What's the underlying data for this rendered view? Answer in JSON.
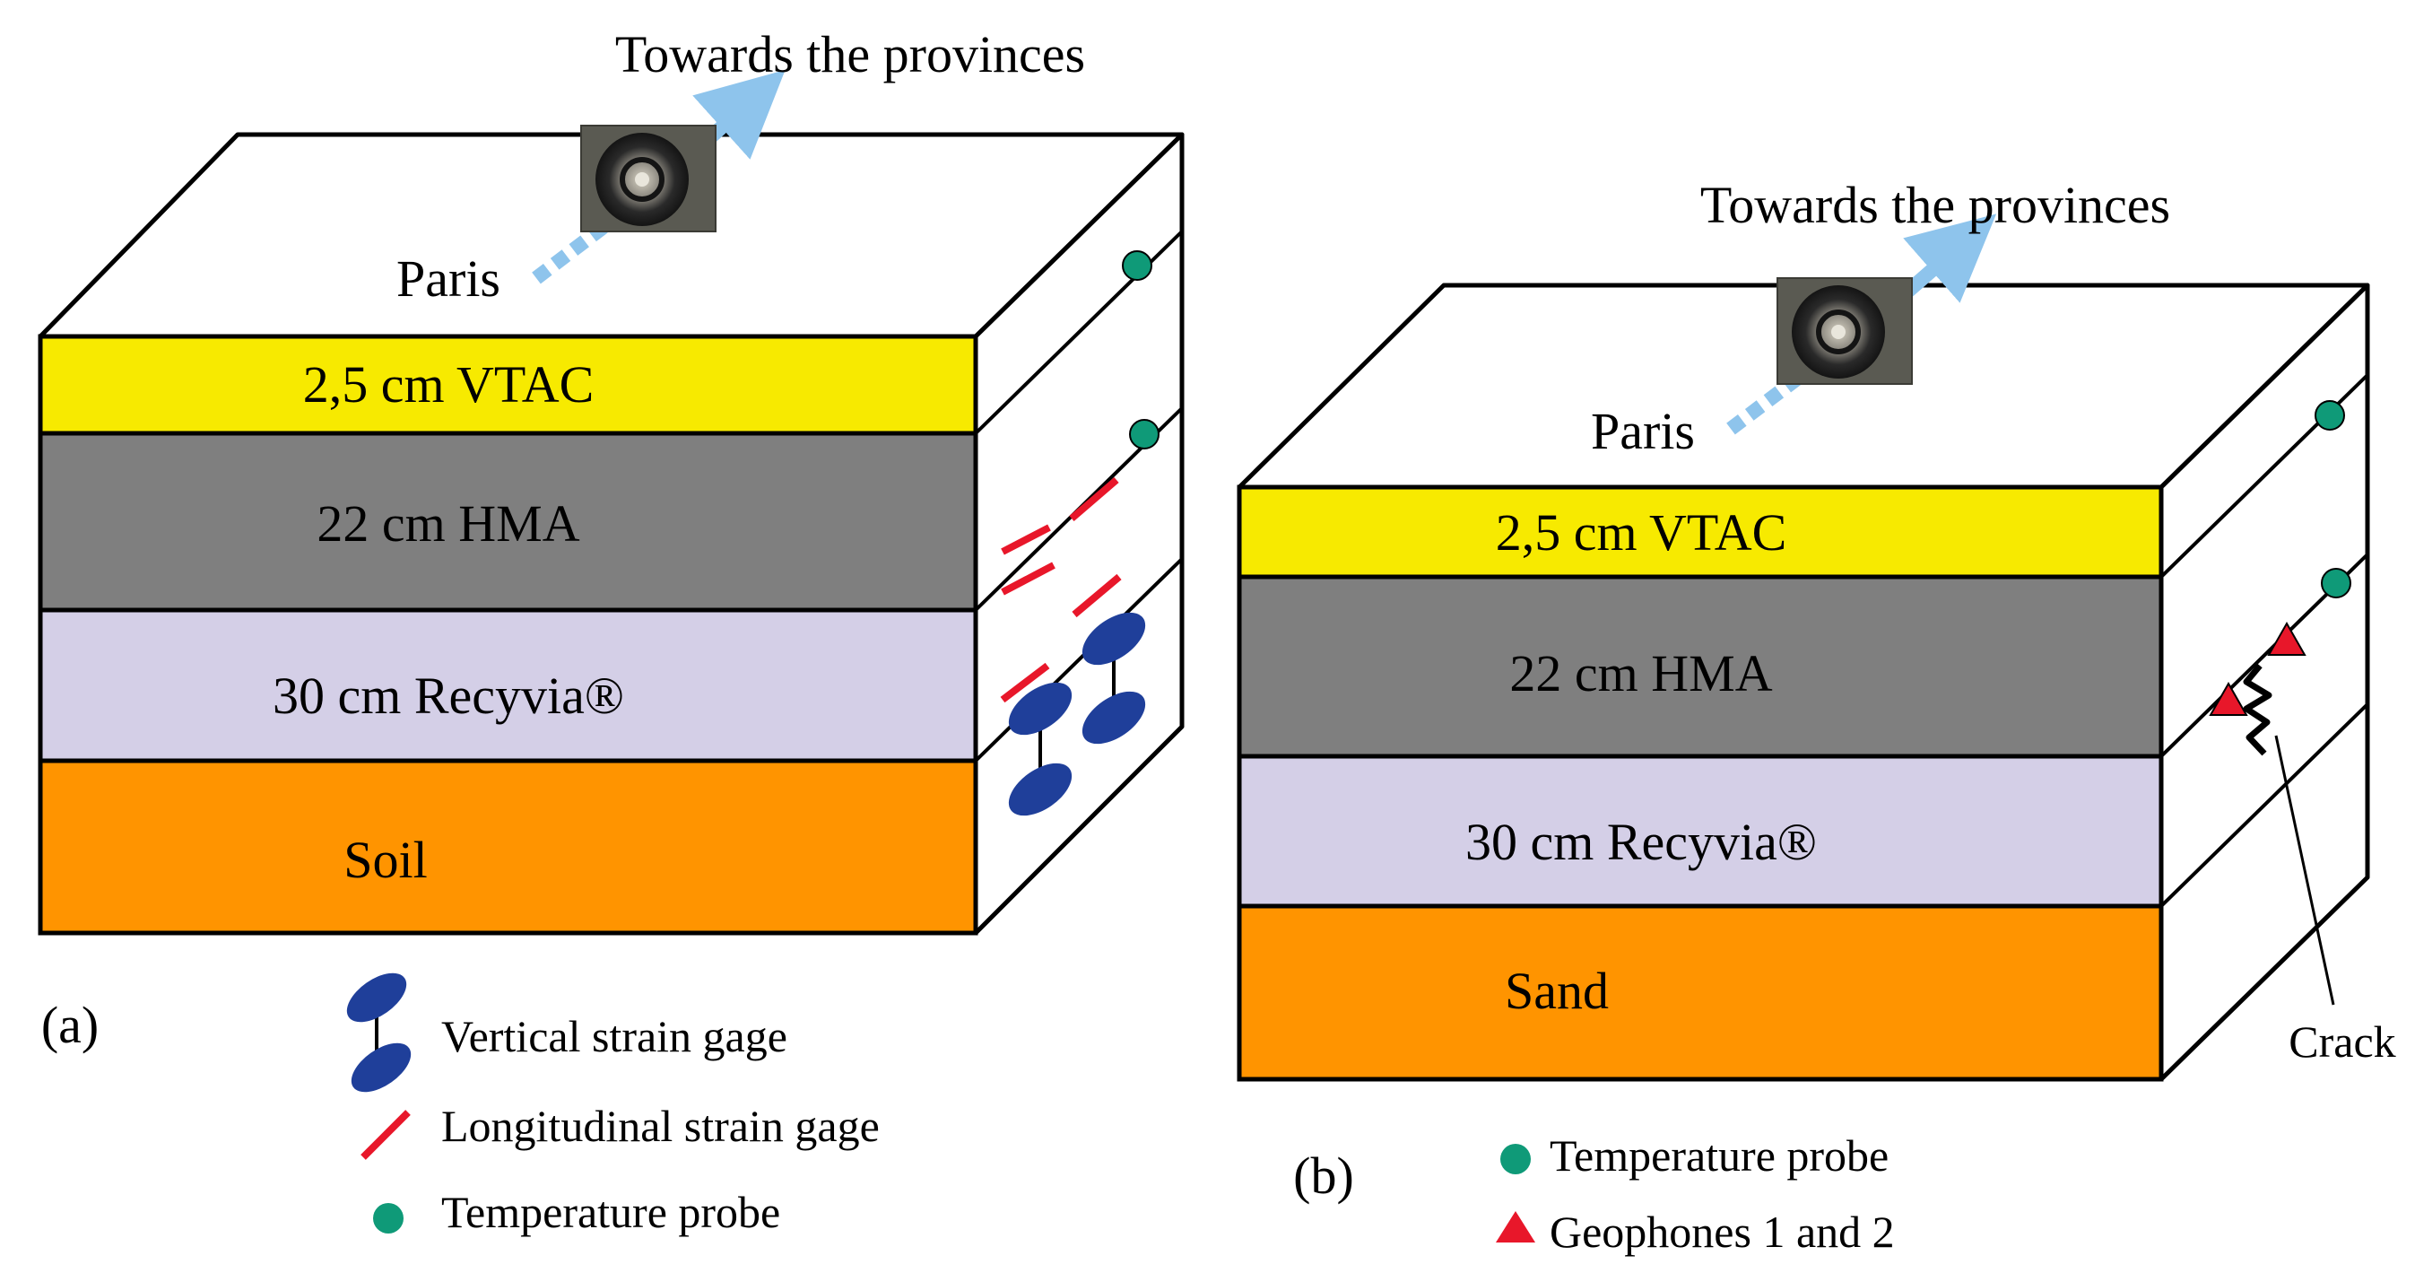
{
  "panel_a": {
    "direction_label": "Towards the provinces",
    "origin_label": "Paris",
    "panel_label": "(a)",
    "layers": [
      {
        "label": "2,5 cm VTAC",
        "color": "#f7ea00"
      },
      {
        "label": "22 cm HMA",
        "color": "#7f7f7f"
      },
      {
        "label": "30 cm Recyvia®",
        "color": "#d4cfe7"
      },
      {
        "label": "Soil",
        "color": "#ff9400"
      }
    ],
    "legend": [
      {
        "label": "Vertical strain gage",
        "icon": "vertical-strain-gage-icon"
      },
      {
        "label": "Longitudinal strain gage",
        "icon": "longitudinal-strain-gage-icon"
      },
      {
        "label": "Temperature probe",
        "icon": "temperature-probe-icon"
      }
    ]
  },
  "panel_b": {
    "direction_label": "Towards the provinces",
    "origin_label": "Paris",
    "panel_label": "(b)",
    "crack_label": "Crack",
    "layers": [
      {
        "label": "2,5 cm VTAC",
        "color": "#f7ea00"
      },
      {
        "label": "22 cm HMA",
        "color": "#7f7f7f"
      },
      {
        "label": "30 cm Recyvia®",
        "color": "#d4cfe7"
      },
      {
        "label": "Sand",
        "color": "#ff9400"
      }
    ],
    "legend": [
      {
        "label": "Temperature probe",
        "icon": "temperature-probe-icon"
      },
      {
        "label": "Geophones 1 and 2",
        "icon": "geophone-icon"
      }
    ]
  },
  "colors": {
    "arrow": "#8ec4ec",
    "temperature_probe": "#0f9a78",
    "strain_gage_vertical": "#1f3f9a",
    "strain_gage_longitudinal": "#e8172a",
    "geophone": "#e8172a"
  }
}
